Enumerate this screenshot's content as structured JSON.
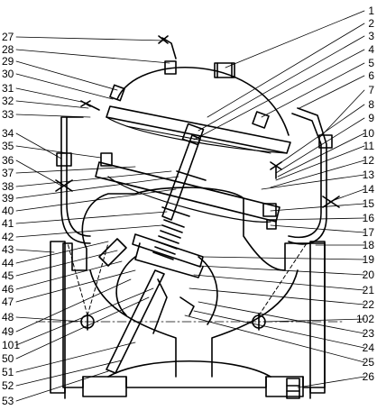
{
  "left_labels": [
    "27",
    "28",
    "29",
    "30",
    "31",
    "32",
    "33",
    "34",
    "35",
    "36",
    "37",
    "38",
    "39",
    "40",
    "41",
    "42",
    "43",
    "44",
    "45",
    "46",
    "47",
    "48",
    "49",
    "101",
    "50",
    "51",
    "52",
    "53"
  ],
  "right_labels": [
    "1",
    "2",
    "3",
    "4",
    "5",
    "6",
    "7",
    "8",
    "9",
    "10",
    "11",
    "12",
    "13",
    "14",
    "15",
    "16",
    "17",
    "18",
    "19",
    "20",
    "21",
    "22",
    "102",
    "23",
    "24",
    "25",
    "26"
  ]
}
